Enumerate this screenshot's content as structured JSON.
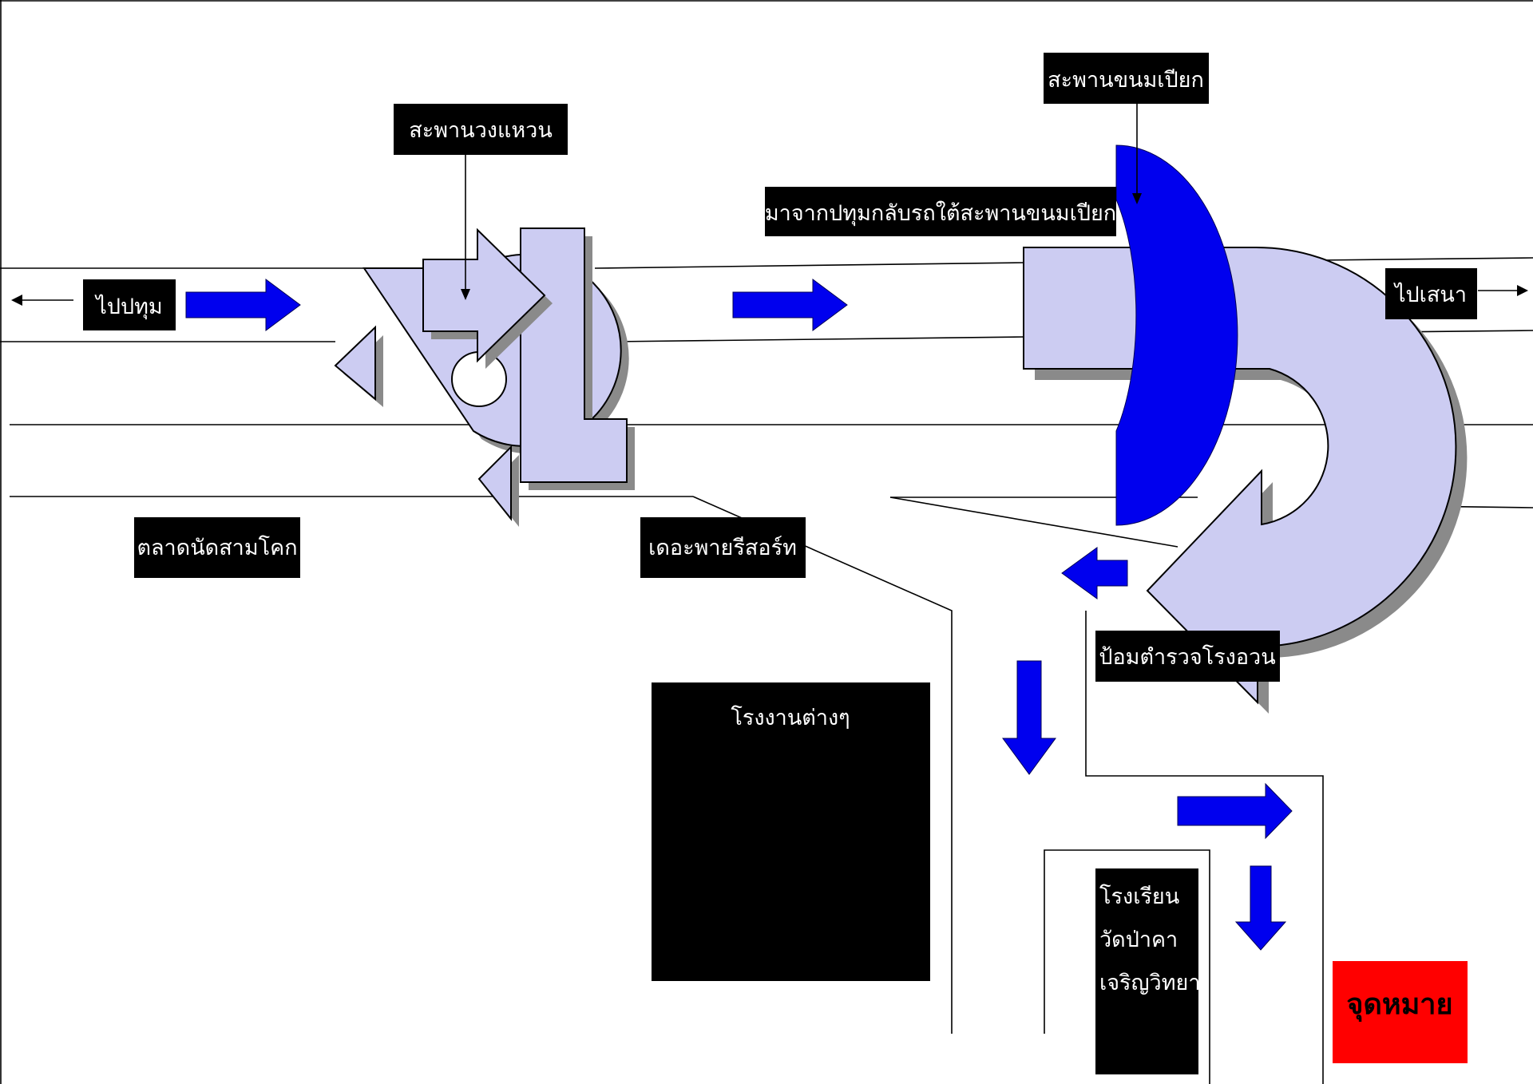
{
  "labels": {
    "to_pathum": "ไปปทุม",
    "ring_bridge": "สะพานวงแหวน",
    "khanom_piak_bridge": "สะพานขนมเปียก",
    "from_pathum_u_turn": "มาจากปทุมกลับรถใต้สะพานขนมเปียก",
    "to_sena": "ไปเสนา",
    "sam_khok_market": "ตลาดนัดสามโคก",
    "the_pai_resort": "เดอะพายรีสอร์ท",
    "police_box": "ป้อมตำรวจโรงอวน",
    "factories": "โรงงานต่างๆ",
    "school_line1": "โรงเรียน",
    "school_line2": "วัดป่าคา",
    "school_line3": "เจริญวิทยา",
    "destination": "จุดหมาย"
  },
  "colors": {
    "flow_arrow": "#0000ee",
    "ramp": "#ccccf2",
    "label_background": "#000000",
    "destination": "#ff0000"
  }
}
